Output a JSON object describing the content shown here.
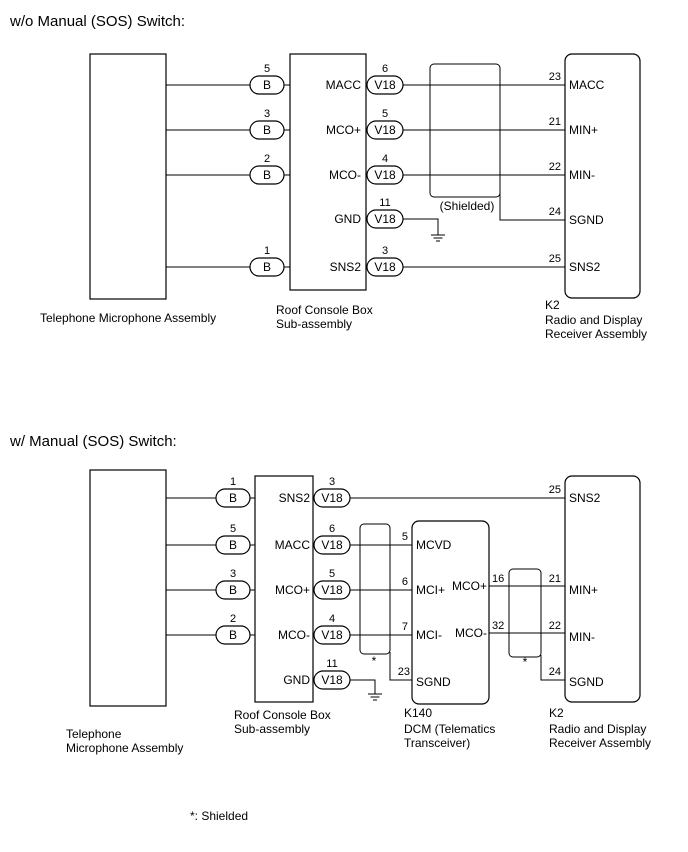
{
  "top": {
    "title": "w/o Manual (SOS) Switch:",
    "mic_label": "Telephone Microphone Assembly",
    "roof_label_1": "Roof Console Box",
    "roof_label_2": "Sub-assembly",
    "k2_id": "K2",
    "k2_label_1": "Radio and Display",
    "k2_label_2": "Receiver Assembly",
    "shield_label": "(Shielded)",
    "rows": [
      {
        "mic_pin": "5",
        "mic_conn": "B",
        "roof_pin": "6",
        "roof_conn": "V18",
        "signal": "MACC",
        "k2_pin": "23",
        "k2_signal": "MACC"
      },
      {
        "mic_pin": "3",
        "mic_conn": "B",
        "roof_pin": "5",
        "roof_conn": "V18",
        "signal": "MCO+",
        "k2_pin": "21",
        "k2_signal": "MIN+"
      },
      {
        "mic_pin": "2",
        "mic_conn": "B",
        "roof_pin": "4",
        "roof_conn": "V18",
        "signal": "MCO-",
        "k2_pin": "22",
        "k2_signal": "MIN-"
      },
      {
        "roof_pin": "11",
        "roof_conn": "V18",
        "signal": "GND",
        "k2_pin": "24",
        "k2_signal": "SGND"
      },
      {
        "mic_pin": "1",
        "mic_conn": "B",
        "roof_pin": "3",
        "roof_conn": "V18",
        "signal": "SNS2",
        "k2_pin": "25",
        "k2_signal": "SNS2"
      }
    ]
  },
  "bottom": {
    "title": "w/ Manual (SOS) Switch:",
    "mic_label_1": "Telephone",
    "mic_label_2": "Microphone Assembly",
    "roof_label_1": "Roof Console Box",
    "roof_label_2": "Sub-assembly",
    "dcm_id": "K140",
    "dcm_label_1": "DCM (Telematics",
    "dcm_label_2": "Transceiver)",
    "k2_id": "K2",
    "k2_label_1": "Radio and Display",
    "k2_label_2": "Receiver Assembly",
    "star": "*",
    "rows": [
      {
        "mic_pin": "1",
        "mic_conn": "B",
        "signal": "SNS2",
        "roof_pin": "3",
        "roof_conn": "V18",
        "k2_pin": "25",
        "k2_signal": "SNS2"
      },
      {
        "mic_pin": "5",
        "mic_conn": "B",
        "signal": "MACC",
        "roof_pin": "6",
        "roof_conn": "V18",
        "dcm_pin": "5",
        "dcm_signal": "MCVD"
      },
      {
        "mic_pin": "3",
        "mic_conn": "B",
        "signal": "MCO+",
        "roof_pin": "5",
        "roof_conn": "V18",
        "dcm_pin": "6",
        "dcm_signal": "MCI+",
        "dcm_out_signal": "MCO+",
        "dcm_out_pin": "16",
        "k2_pin": "21",
        "k2_signal": "MIN+"
      },
      {
        "mic_pin": "2",
        "mic_conn": "B",
        "signal": "MCO-",
        "roof_pin": "4",
        "roof_conn": "V18",
        "dcm_pin": "7",
        "dcm_signal": "MCI-",
        "dcm_out_signal": "MCO-",
        "dcm_out_pin": "32",
        "k2_pin": "22",
        "k2_signal": "MIN-"
      },
      {
        "signal": "GND",
        "roof_pin": "11",
        "roof_conn": "V18",
        "dcm_pin": "23",
        "dcm_signal": "SGND",
        "k2_pin": "24",
        "k2_signal": "SGND"
      }
    ]
  },
  "footnote": "*: Shielded"
}
